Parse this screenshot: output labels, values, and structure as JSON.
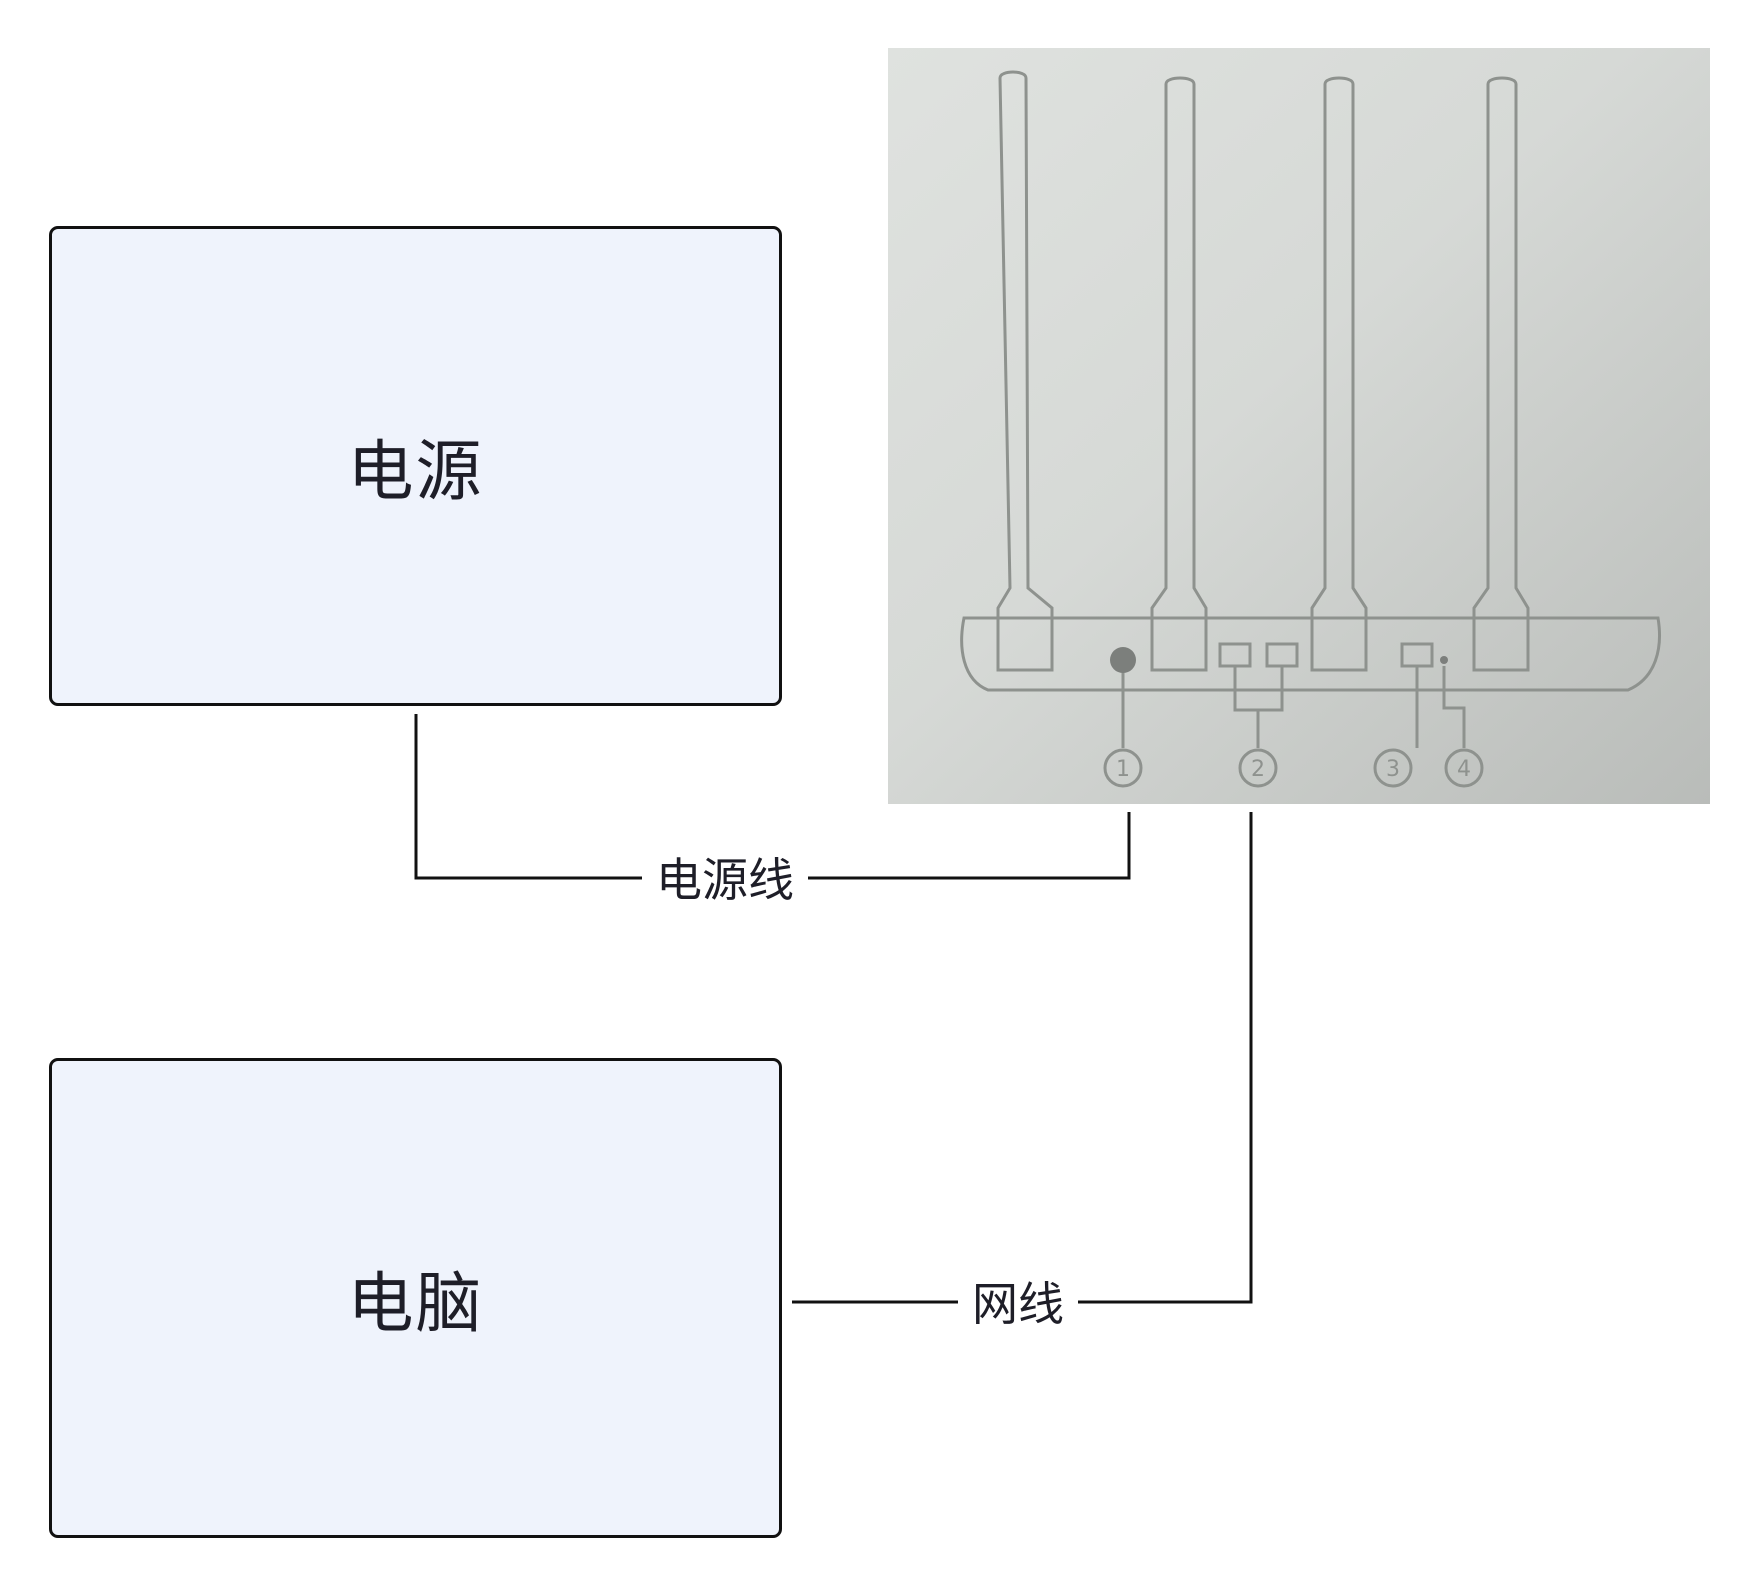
{
  "nodes": {
    "power": {
      "label": "电源",
      "fill": "#eff3fc"
    },
    "computer": {
      "label": "电脑",
      "fill": "#eff3fc"
    }
  },
  "router_photo": {
    "icon": "router-rear-panel-illustration",
    "background": "#dcdedc",
    "port_callouts": [
      "1",
      "2",
      "3",
      "4"
    ]
  },
  "edges": {
    "power_cable": {
      "label": "电源线"
    },
    "network_cable": {
      "label": "网线"
    }
  },
  "colors": {
    "stroke": "#111111",
    "text": "#1e1e28"
  }
}
